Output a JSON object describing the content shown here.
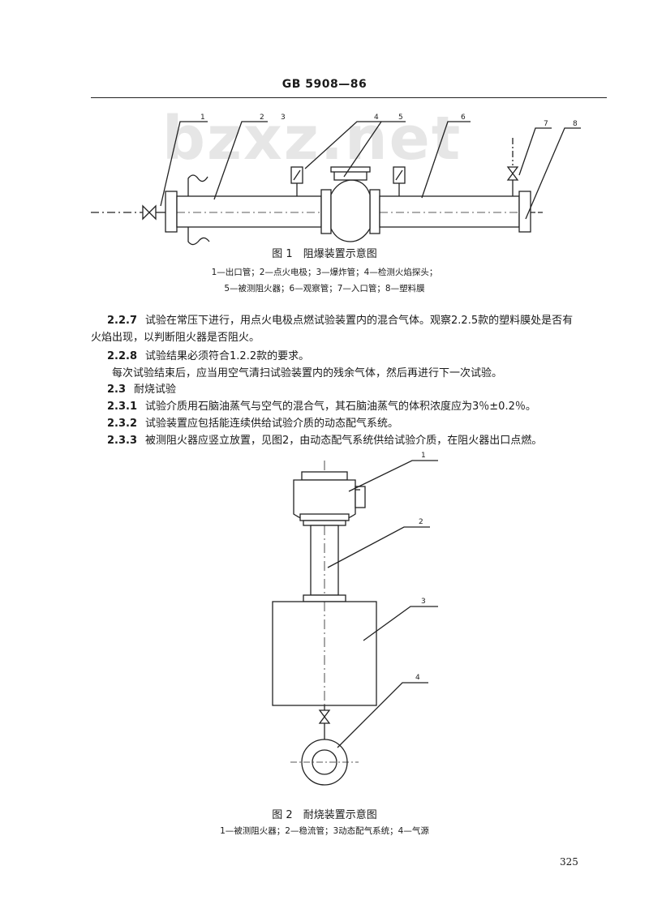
{
  "header": {
    "standard_code": "GB 5908—86"
  },
  "watermark": "bzxz.net",
  "figure1": {
    "caption": "图 1　阻爆装置示意图",
    "legend_line1": "1—出口管；2—点火电极；3—爆炸管；4—检测火焰探头；",
    "legend_line2": "5—被测阻火器；6—观察管；7—入口管；8—塑料膜",
    "labels": [
      "1",
      "2",
      "3",
      "4",
      "5",
      "6",
      "7",
      "8"
    ]
  },
  "paragraphs": {
    "p227_num": "2.2.7",
    "p227_text": "试验在常压下进行，用点火电极点燃试验装置内的混合气体。观察2.2.5款的塑料膜处是否有",
    "p227_cont": "火焰出现，以判断阻火器是否阻火。",
    "p228_num": "2.2.8",
    "p228_text": "试验结果必须符合1.2.2款的要求。",
    "p228_cont": "每次试验结束后，应当用空气清扫试验装置内的残余气体，然后再进行下一次试验。",
    "s23_num": "2.3",
    "s23_text": "耐烧试验",
    "p231_num": "2.3.1",
    "p231_text": "试验介质用石脑油蒸气与空气的混合气，其石脑油蒸气的体积浓度应为3％±0.2％。",
    "p232_num": "2.3.2",
    "p232_text": "试验装置应包括能连续供给试验介质的动态配气系统。",
    "p233_num": "2.3.3",
    "p233_text": "被测阻火器应竖立放置，见图2，由动态配气系统供给试验介质，在阻火器出口点燃。"
  },
  "figure2": {
    "caption": "图 2　耐烧装置示意图",
    "legend": "1—被测阻火器；2—稳流管；3动态配气系统；4—气源",
    "labels": [
      "1",
      "2",
      "3",
      "4"
    ]
  },
  "page_number": "325"
}
